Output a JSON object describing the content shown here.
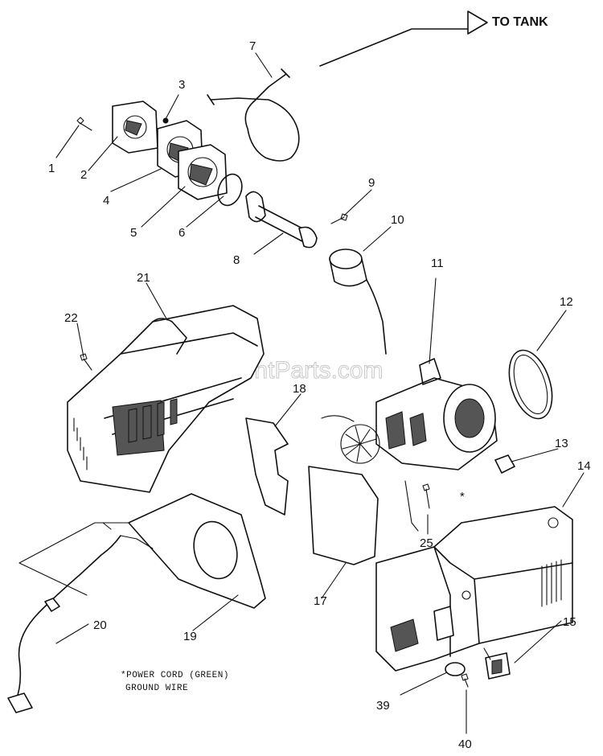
{
  "title_arrow": "TO TANK",
  "watermark": "eReplacementParts.com",
  "note": {
    "line1": "*POWER CORD (GREEN)",
    "line2": "GROUND WIRE"
  },
  "callouts": {
    "p1": "1",
    "p2": "2",
    "p3": "3",
    "p4": "4",
    "p5": "5",
    "p6": "6",
    "p7": "7",
    "p8": "8",
    "p9": "9",
    "p10": "10",
    "p11": "11",
    "p12": "12",
    "p13": "13",
    "p14": "14",
    "p15": "15",
    "p17": "17",
    "p18": "18",
    "p19": "19",
    "p20": "20",
    "p21": "21",
    "p22": "22",
    "p25": "25",
    "p39": "39",
    "p40": "40",
    "star": "*"
  }
}
